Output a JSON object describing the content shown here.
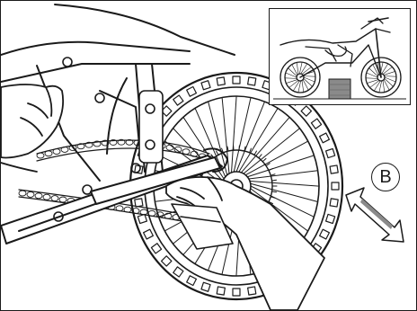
{
  "figure": {
    "callout_letter": "B",
    "main_scene": "rear-wheel-chain-adjustment",
    "inset_scene": "motorcycle-on-stand"
  },
  "colors": {
    "line": "#1a1a1a",
    "shade": "#8a8a8a",
    "background": "#ffffff"
  }
}
